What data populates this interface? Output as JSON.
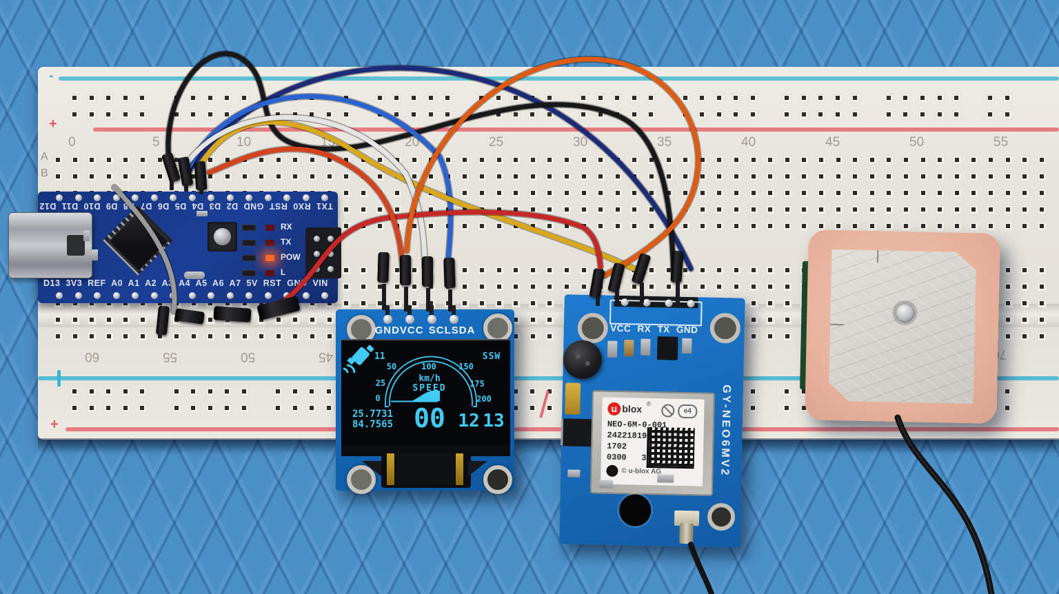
{
  "breadboard": {
    "top_numbers": [
      "0",
      "5",
      "10",
      "15",
      "20",
      "25",
      "30",
      "35",
      "40",
      "45",
      "50",
      "55"
    ],
    "bottom_numbers": [
      "60",
      "55",
      "50",
      "45"
    ],
    "bottom_far_number": "70",
    "row_letters": [
      "A",
      "B"
    ],
    "plus_mark": "+",
    "minus_mark": "-"
  },
  "arduino": {
    "top_labels": "TX1 RX0 RST GND D2 D3 D4 D5 D6 D7 D8 D9 D10 D11 D12",
    "bottom_labels": "D13 3V3 REF A0 A1 A2 A3 A4 A5 A6 A7 5V RST GND VIN",
    "led_labels": [
      "RX",
      "TX",
      "POW",
      "L"
    ]
  },
  "oled": {
    "pin_labels": "GNDVCC SCLSDA",
    "display": {
      "satellite_count": "11",
      "heading": "SSW",
      "gauge_ticks": [
        "50",
        "100",
        "150",
        "25",
        "175",
        "0",
        "200"
      ],
      "unit": "km/h",
      "label": "SPEED",
      "speed": "00",
      "latitude": "25.7731",
      "longitude": "84.7565",
      "hour": "12",
      "minute": "13"
    }
  },
  "gps": {
    "pin_labels": "VCC RX TX GND",
    "board_name": "GY-NEO6MV2",
    "module": {
      "brand_letter": "u",
      "brand": "blox",
      "registered": "®",
      "restriction_mark": "e4",
      "model": "NEO-6M-0-001",
      "serial": "24221819155",
      "date_code": "1702",
      "lot_code": "0300   3",
      "copyright": "© u-blox AG"
    }
  },
  "colors": {
    "mat_blue": "#4c90c8",
    "breadboard_white": "#e7e4dc",
    "power_rail_red": "#e56a72",
    "power_rail_blue": "#45b8d0",
    "arduino_pcb": "#16337e",
    "oled_pcb": "#1467b8",
    "gps_pcb": "#1a70c2",
    "display_cyan": "#41cbf4",
    "antenna_ceramic": "#e7b29c",
    "power_led": "#ff6a2a",
    "wire_black": "#17181a",
    "wire_navy": "#1c2a78",
    "wire_blue": "#2a63cf",
    "wire_yellow": "#d9a81c",
    "wire_white": "#e4e4e2",
    "wire_gray": "#9a9a9a",
    "wire_orange": "#e05a12",
    "wire_red": "#c62828"
  }
}
